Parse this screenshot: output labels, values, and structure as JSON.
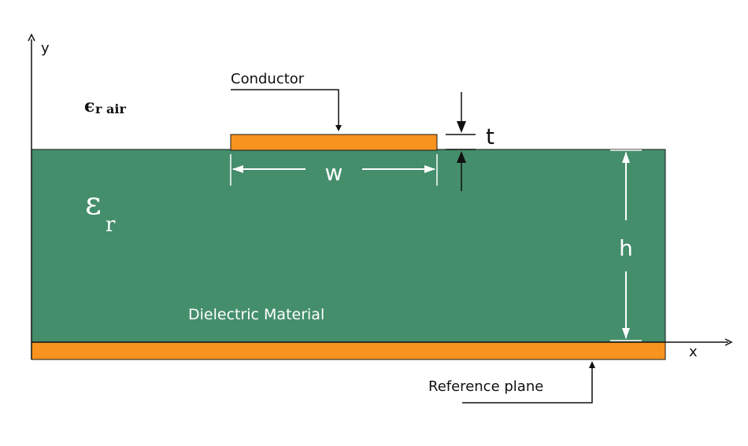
{
  "axes": {
    "x_label": "x",
    "y_label": "y"
  },
  "labels": {
    "conductor": "Conductor",
    "air_permittivity_symbol": "ϵ",
    "air_permittivity_subscript": "r air",
    "dielectric_permittivity_symbol": "ε",
    "dielectric_permittivity_subscript": "r",
    "width": "w",
    "thickness": "t",
    "height": "h",
    "dielectric_material": "Dielectric Material",
    "reference_plane": "Reference plane"
  },
  "colors": {
    "dielectric": "#448e6c",
    "copper": "#f7931e",
    "outline": "#1a1a1a",
    "dimension_lines": "#ffffff"
  }
}
